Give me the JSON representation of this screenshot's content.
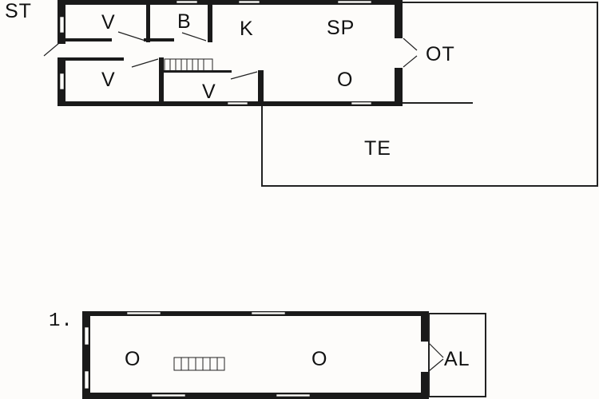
{
  "plan": {
    "ground_floor": {
      "label_corner": "ST",
      "rooms": [
        {
          "id": "v1",
          "label": "V"
        },
        {
          "id": "b",
          "label": "B"
        },
        {
          "id": "k",
          "label": "K"
        },
        {
          "id": "sp",
          "label": "SP"
        },
        {
          "id": "v2",
          "label": "V"
        },
        {
          "id": "v3",
          "label": "V"
        },
        {
          "id": "o",
          "label": "O"
        }
      ],
      "outside": [
        {
          "id": "ot",
          "label": "OT"
        },
        {
          "id": "te",
          "label": "TE"
        }
      ]
    },
    "first_floor": {
      "floor_label": "1.",
      "rooms": [
        {
          "id": "o1",
          "label": "O"
        },
        {
          "id": "o2",
          "label": "O"
        }
      ],
      "outside": [
        {
          "id": "al",
          "label": "AL"
        }
      ]
    },
    "colors": {
      "wall": "#1a1a1a",
      "background": "#fdfcfa",
      "line": "#222222"
    }
  }
}
